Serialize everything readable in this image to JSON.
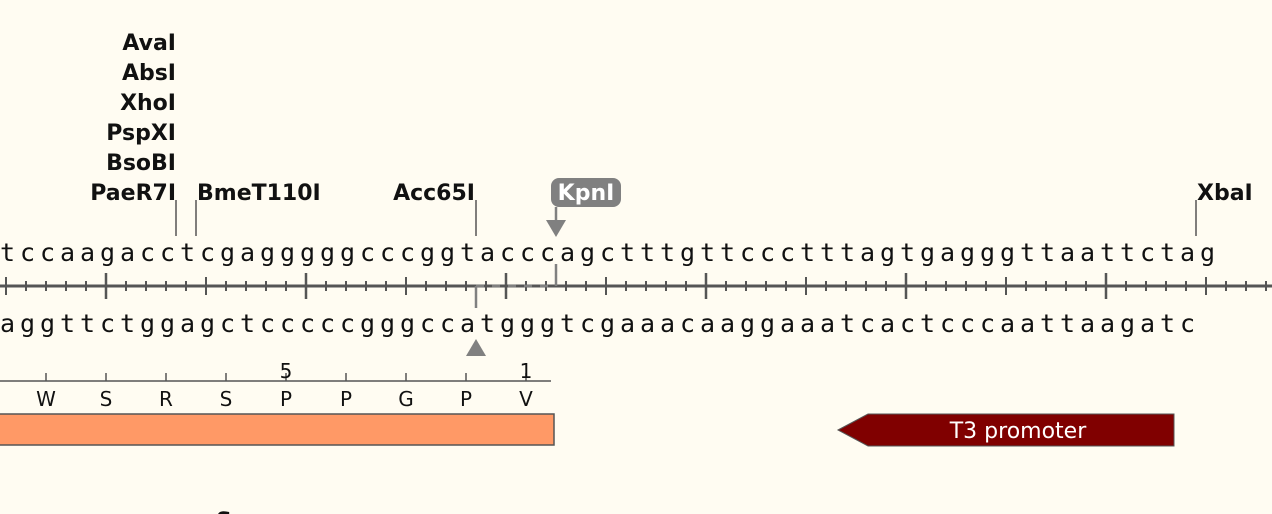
{
  "enzymes_stacked": [
    "AvaI",
    "AbsI",
    "XhoI",
    "PspXI",
    "BsoBI",
    "PaeR7I"
  ],
  "enzymes_row": [
    "BmeT110I",
    "Acc65I",
    "XbaI"
  ],
  "highlighted_enzyme": "KpnI",
  "top_strand": "tccaagacctcgagggggcccggtacccagctttgttccctttagtgagggttaattctag",
  "bottom_strand": "aggttctggagctcccccgggccatgggtcgaaacaaggaaatcactcccaattaagatc",
  "translation": {
    "residues": [
      "W",
      "S",
      "R",
      "S",
      "P",
      "P",
      "G",
      "P",
      "V"
    ],
    "position_labels": [
      "5",
      "1"
    ]
  },
  "features": {
    "orf": {
      "color": "#ff9966"
    },
    "t3_promoter": {
      "label": "T3 promoter",
      "color": "#800000"
    }
  },
  "partial_label": "Sa"
}
